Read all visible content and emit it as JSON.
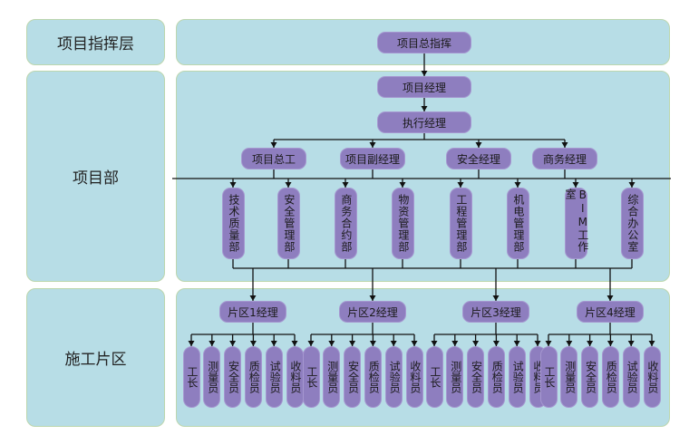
{
  "rows": [
    {
      "id": "command",
      "label": "项目指挥层"
    },
    {
      "id": "project",
      "label": "项目部"
    },
    {
      "id": "site",
      "label": "施工片区"
    }
  ],
  "colors": {
    "panel": "#b7dde6",
    "panel_border": "#bcd6ae",
    "node": "#8e7ebf",
    "line": "#111111"
  },
  "command": {
    "top": "项目总指挥"
  },
  "project": {
    "manager": "项目经理",
    "executive": "执行经理",
    "deputies": [
      "项目总工",
      "项目副经理",
      "安全经理",
      "商务经理"
    ],
    "departments": [
      "技术质量部",
      "安全管理部",
      "商务合约部",
      "物资管理部",
      "工程管理部",
      "机电管理部",
      "BIM工作室",
      "综合办公室"
    ]
  },
  "site": {
    "zones": [
      {
        "manager": "片区1经理",
        "staff": [
          "工长",
          "测量员",
          "安全员",
          "质检员",
          "试验员",
          "收料员"
        ]
      },
      {
        "manager": "片区2经理",
        "staff": [
          "工长",
          "测量员",
          "安全员",
          "质检员",
          "试验员",
          "收料员"
        ]
      },
      {
        "manager": "片区3经理",
        "staff": [
          "工长",
          "测量员",
          "安全员",
          "质检员",
          "试验员",
          "收料员"
        ]
      },
      {
        "manager": "片区4经理",
        "staff": [
          "工长",
          "测量员",
          "安全员",
          "质检员",
          "试验员",
          "收料员"
        ]
      }
    ]
  }
}
